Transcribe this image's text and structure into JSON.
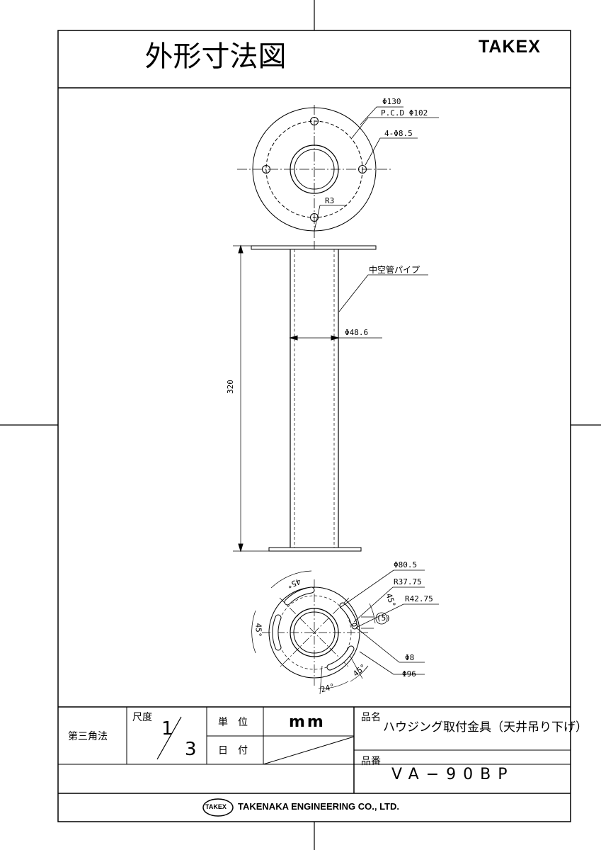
{
  "header": {
    "title": "外形寸法図",
    "brand": "TAKEX"
  },
  "top_view": {
    "outer_dia": "Φ130",
    "pcd": "P.C.D Φ102",
    "holes": "4-Φ8.5",
    "radius": "R3"
  },
  "side_view": {
    "pipe_label": "中空管パイプ",
    "pipe_dia": "Φ48.6",
    "length": "320"
  },
  "bottom_view": {
    "dia_inner": "Φ80.5",
    "r1": "R37.75",
    "r2": "R42.75",
    "slot": "(5)",
    "hole": "Φ8",
    "dia_outer": "Φ96",
    "angle_top": "45°",
    "angle_right": "45°",
    "angle_left": "45°",
    "angle_br": "45°",
    "angle_bottom": "24°"
  },
  "title_block": {
    "projection": "第三角法",
    "scale_label": "尺度",
    "scale_num": "1",
    "scale_den": "3",
    "unit_label": "単　位",
    "unit_value": "mm",
    "date_label": "日　付",
    "name_label": "品名",
    "name_value": "ハウジング取付金具（天井吊り下げ）",
    "number_label": "品番",
    "number_value": "VA−90BP",
    "logo": "TAKEX",
    "company": "TAKENAKA ENGINEERING CO., LTD."
  }
}
